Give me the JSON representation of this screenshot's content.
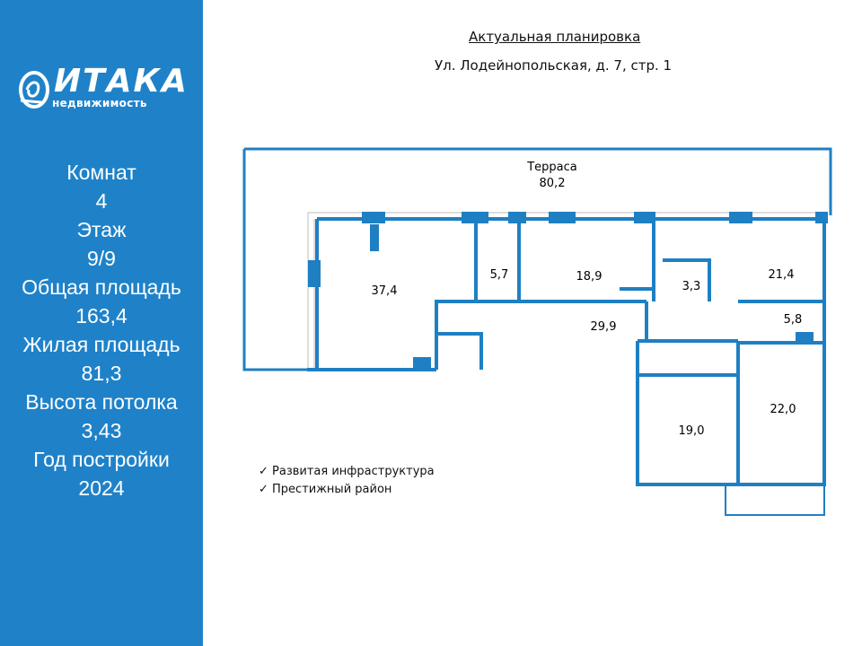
{
  "brand": {
    "name": "ИТАКА",
    "sub": "недвижимость"
  },
  "sidebar": {
    "rooms_label": "Комнат",
    "rooms_value": "4",
    "floor_label": "Этаж",
    "floor_value": "9/9",
    "total_area_label": "Общая площадь",
    "total_area_value": "163,4",
    "living_area_label": "Жилая площадь",
    "living_area_value": "81,3",
    "ceiling_label": "Высота потолка",
    "ceiling_value": "3,43",
    "year_label": "Год постройки",
    "year_value": "2024"
  },
  "header": {
    "title": "Актуальная планировка",
    "address": "Ул. Лодейнопольская, д. 7, стр. 1"
  },
  "plan": {
    "terrace_label": "Терраса",
    "terrace_area": "80,2",
    "rooms": {
      "r1": "37,4",
      "r2": "5,7",
      "r3": "18,9",
      "r4": "3,3",
      "r5": "21,4",
      "r6": "29,9",
      "r7": "5,8",
      "r8": "19,0",
      "r9": "22,0"
    }
  },
  "features": [
    "✓  Развитая инфраструктура",
    "✓  Престижный район"
  ],
  "colors": {
    "accent": "#1f82c9",
    "wall": "#1f7fc3"
  }
}
